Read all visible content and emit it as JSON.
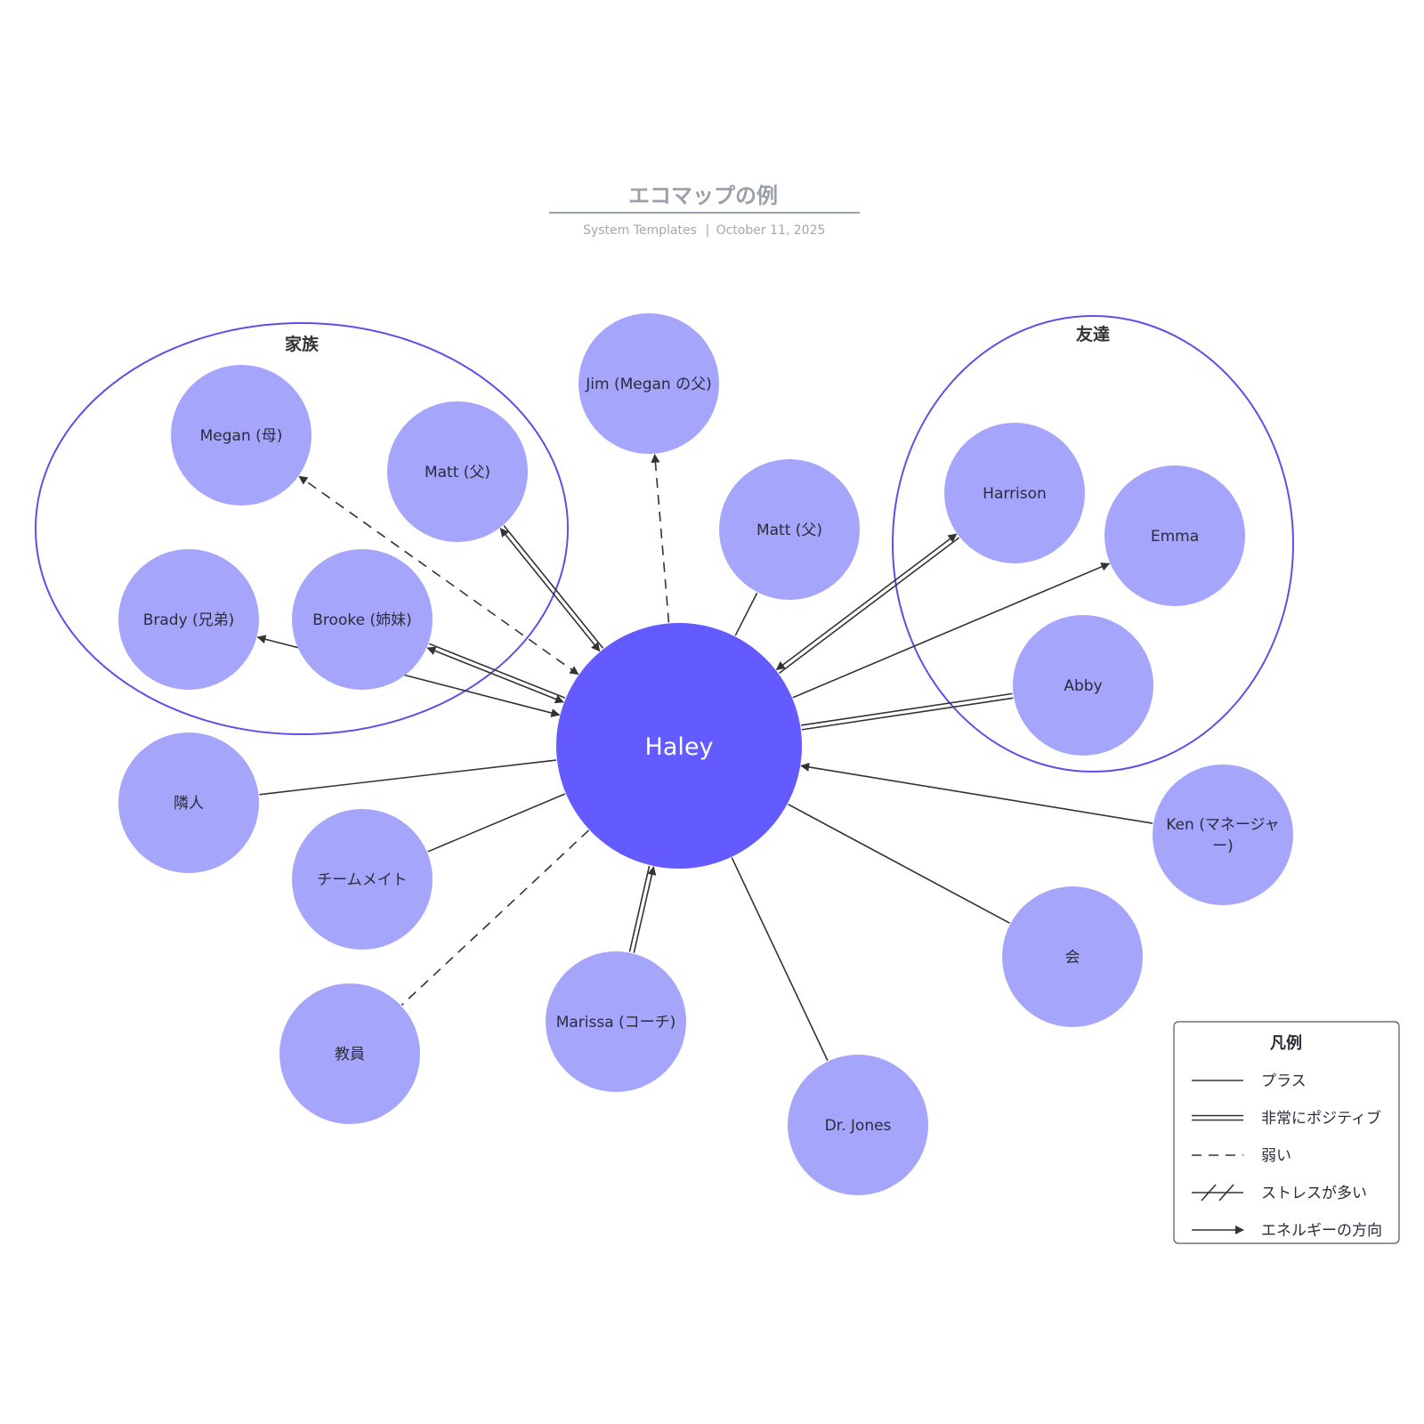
{
  "header": {
    "title": "エコマップの例",
    "subtitle_source": "System Templates",
    "subtitle_separator": "|",
    "subtitle_date": "October 11, 2025"
  },
  "colors": {
    "center_fill": "#635bff",
    "node_fill": "#a5a5fc",
    "group_stroke": "#5b50e8",
    "line": "#333333",
    "title_gray": "#9aa0aa"
  },
  "center": {
    "label": "Haley"
  },
  "groups": {
    "family": "家族",
    "friends": "友達"
  },
  "nodes": {
    "megan": {
      "lines": [
        "Megan (母)"
      ]
    },
    "matt_family": {
      "lines": [
        "Matt (父)"
      ]
    },
    "brady": {
      "lines": [
        "Brady (兄弟)"
      ]
    },
    "brooke": {
      "lines": [
        "Brooke (姉妹)"
      ]
    },
    "jim": {
      "lines": [
        "Jim (Megan の父)"
      ]
    },
    "matt_other": {
      "lines": [
        "Matt (父)"
      ]
    },
    "harrison": {
      "lines": [
        "Harrison"
      ]
    },
    "emma": {
      "lines": [
        "Emma"
      ]
    },
    "abby": {
      "lines": [
        "Abby"
      ]
    },
    "ken": {
      "lines": [
        "Ken (マネージャ",
        "ー)"
      ]
    },
    "kai": {
      "lines": [
        "会"
      ]
    },
    "neighbor": {
      "lines": [
        "隣人"
      ]
    },
    "teammate": {
      "lines": [
        "チームメイト"
      ]
    },
    "teacher": {
      "lines": [
        "教員"
      ]
    },
    "marissa": {
      "lines": [
        "Marissa (コーチ)"
      ]
    },
    "jones": {
      "lines": [
        "Dr. Jones"
      ]
    }
  },
  "connections": [
    {
      "to": "megan",
      "type": "weak",
      "arrow_to": true,
      "arrow_from": true
    },
    {
      "to": "matt_family",
      "type": "strong",
      "arrow_to": true,
      "arrow_from": true
    },
    {
      "to": "brooke",
      "type": "strong",
      "arrow_to": true,
      "arrow_from": true
    },
    {
      "to": "brady",
      "type": "plus",
      "arrow_to": true,
      "arrow_from": true
    },
    {
      "to": "jim",
      "type": "weak",
      "arrow_to": true,
      "arrow_from": false
    },
    {
      "to": "matt_other",
      "type": "plus",
      "arrow_to": false,
      "arrow_from": false
    },
    {
      "to": "harrison",
      "type": "strong",
      "arrow_to": true,
      "arrow_from": true
    },
    {
      "to": "emma",
      "type": "plus",
      "arrow_to": true,
      "arrow_from": false
    },
    {
      "to": "abby",
      "type": "strong",
      "arrow_to": false,
      "arrow_from": false
    },
    {
      "to": "ken",
      "type": "plus",
      "arrow_to": false,
      "arrow_from": true
    },
    {
      "to": "kai",
      "type": "plus",
      "arrow_to": false,
      "arrow_from": false
    },
    {
      "to": "jones",
      "type": "plus",
      "arrow_to": false,
      "arrow_from": false
    },
    {
      "to": "marissa",
      "type": "strong",
      "arrow_to": false,
      "arrow_from": true
    },
    {
      "to": "teacher",
      "type": "weak",
      "arrow_to": false,
      "arrow_from": false
    },
    {
      "to": "teammate",
      "type": "plus",
      "arrow_to": false,
      "arrow_from": false
    },
    {
      "to": "neighbor",
      "type": "plus",
      "arrow_to": false,
      "arrow_from": false
    }
  ],
  "legend": {
    "title": "凡例",
    "items": [
      {
        "type": "plus",
        "label": "プラス"
      },
      {
        "type": "strong",
        "label": "非常にポジティブ"
      },
      {
        "type": "weak",
        "label": "弱い"
      },
      {
        "type": "stress",
        "label": "ストレスが多い"
      },
      {
        "type": "arrow",
        "label": "エネルギーの方向"
      }
    ]
  }
}
